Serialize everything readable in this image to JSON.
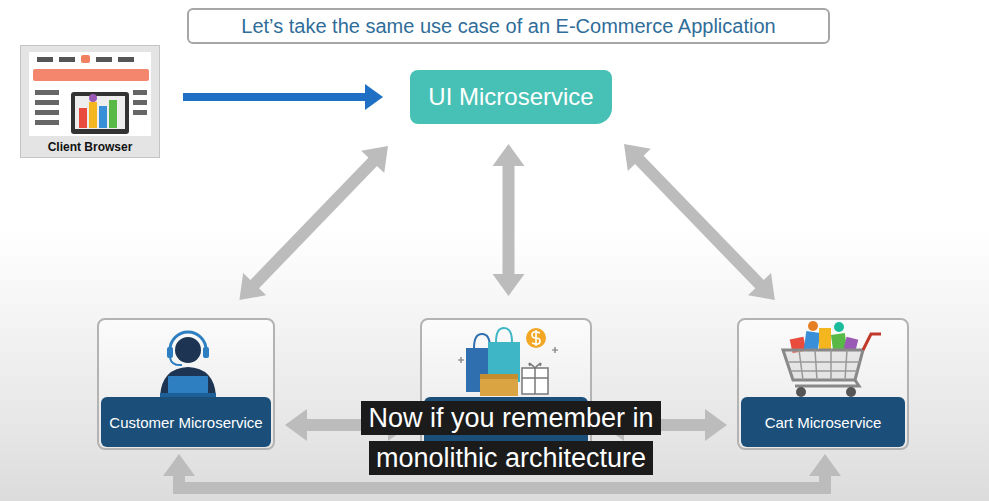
{
  "diagram": {
    "title": "Let’s take the same use case of an E-Commerce Application",
    "caption": "Now if you remember in monolithic architecture",
    "nodes": [
      {
        "text": [
          "Client Browser"
        ]
      },
      {
        "text": [
          "UI Microservice"
        ]
      },
      {
        "text": [
          "Customer Microservice"
        ]
      },
      {
        "text": []
      },
      {
        "text": [
          "Cart Microservice"
        ]
      }
    ],
    "edges": [
      {
        "from": 0,
        "to": 1,
        "arrow": "to"
      },
      {
        "from": 1,
        "to": 2,
        "arrow": "both"
      },
      {
        "from": 1,
        "to": 3,
        "arrow": "both"
      },
      {
        "from": 1,
        "to": 4,
        "arrow": "both"
      },
      {
        "from": 2,
        "to": 3,
        "arrow": "both"
      },
      {
        "from": 3,
        "to": 4,
        "arrow": "both"
      },
      {
        "from": 2,
        "to": 4,
        "arrow": "both"
      }
    ]
  }
}
